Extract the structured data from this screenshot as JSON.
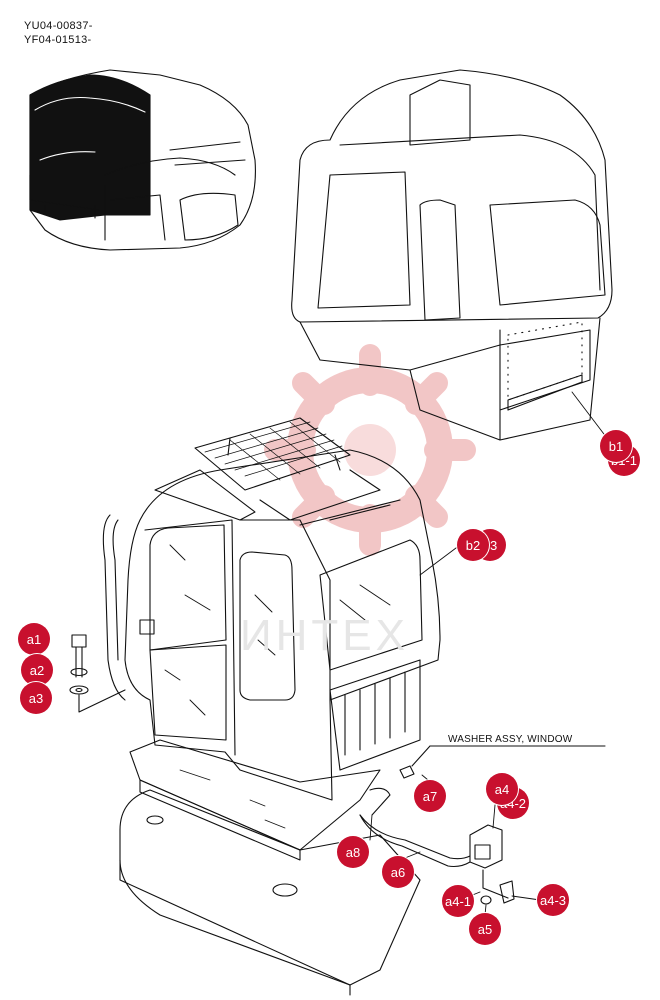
{
  "serials": [
    "YU04-00837-",
    "YF04-01513-"
  ],
  "parts_note": "WASHER ASSY, WINDOW",
  "watermark_text": "ИНТЕХ",
  "colors": {
    "callout": "#c8102e",
    "line": "#111111",
    "watermark": "#f0b9b9"
  },
  "callouts": [
    {
      "id": "a1",
      "label": "a1"
    },
    {
      "id": "a2",
      "label": "a2"
    },
    {
      "id": "a3",
      "label": "a3"
    },
    {
      "id": "a4",
      "label": "a4"
    },
    {
      "id": "a4-1",
      "label": "a4-1"
    },
    {
      "id": "a4-2",
      "label": "a4-2"
    },
    {
      "id": "a4-3",
      "label": "a4-3"
    },
    {
      "id": "a5",
      "label": "a5"
    },
    {
      "id": "a6",
      "label": "a6"
    },
    {
      "id": "a7",
      "label": "a7"
    },
    {
      "id": "a8",
      "label": "a8"
    },
    {
      "id": "b1",
      "label": "b1"
    },
    {
      "id": "b1-1",
      "label": "b1-1"
    },
    {
      "id": "b2",
      "label": "b2"
    },
    {
      "id": "b3",
      "label": "b3"
    }
  ]
}
